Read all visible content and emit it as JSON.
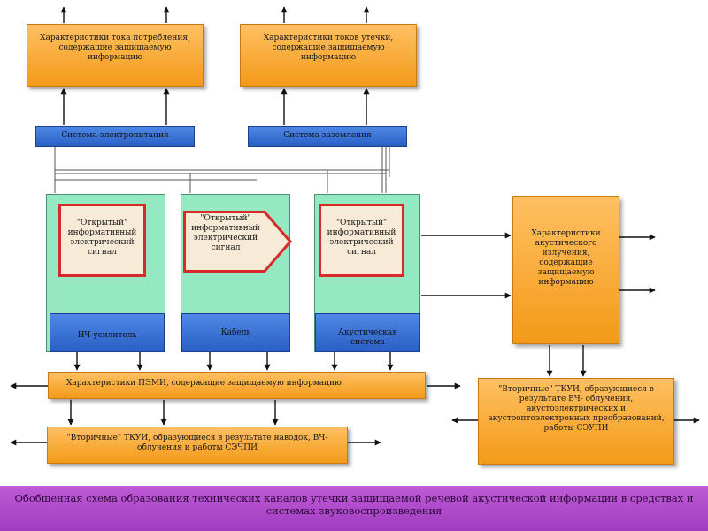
{
  "boxes": {
    "current_char": "Характеристики тока потребления, содержащие защищаемую информацию",
    "leak_char": "Характеристики токов утечки, содержащие защищаемую информацию",
    "power_system": "Система электропитания",
    "ground_system": "Система заземления",
    "signal_open_1": "\"Открытый\" информативный электрический сигнал",
    "signal_open_2": "\"Открытый\" информативный электрический сигнал",
    "signal_open_3": "\"Открытый\" информативный электрический сигнал",
    "amp_label": "НЧ-усилитель",
    "cable_label": "Кабель",
    "acoustic_label": "Акустическая система",
    "acoustic_char": "Характеристики акустического излучения, содержащие защищаемую информацию",
    "pemi_char": "Характеристики ПЭМИ, содержащие защищаемую информацию",
    "secondary_tkui_1": "\"Вторичные\" ТКУИ, образующиеся в результате наводок, ВЧ-облучения и работы СЭЧПИ",
    "secondary_tkui_2": "\"Вторичные\" ТКУИ, образующиеся в результате ВЧ- облучения, акустоэлектрических и акустооптоэлектронных преобразований, работы СЭУПИ"
  },
  "footer": {
    "caption": "Обобщенная схема образования технических каналов утечки защищаемой речевой акустической информации в средствах и системах звуковоспроизведения"
  },
  "colors": {
    "orange": "#f39a18",
    "blue": "#2a5fc4",
    "green": "#94e9c2",
    "red_border": "#d82a2a",
    "footer": "#b04cc8"
  }
}
